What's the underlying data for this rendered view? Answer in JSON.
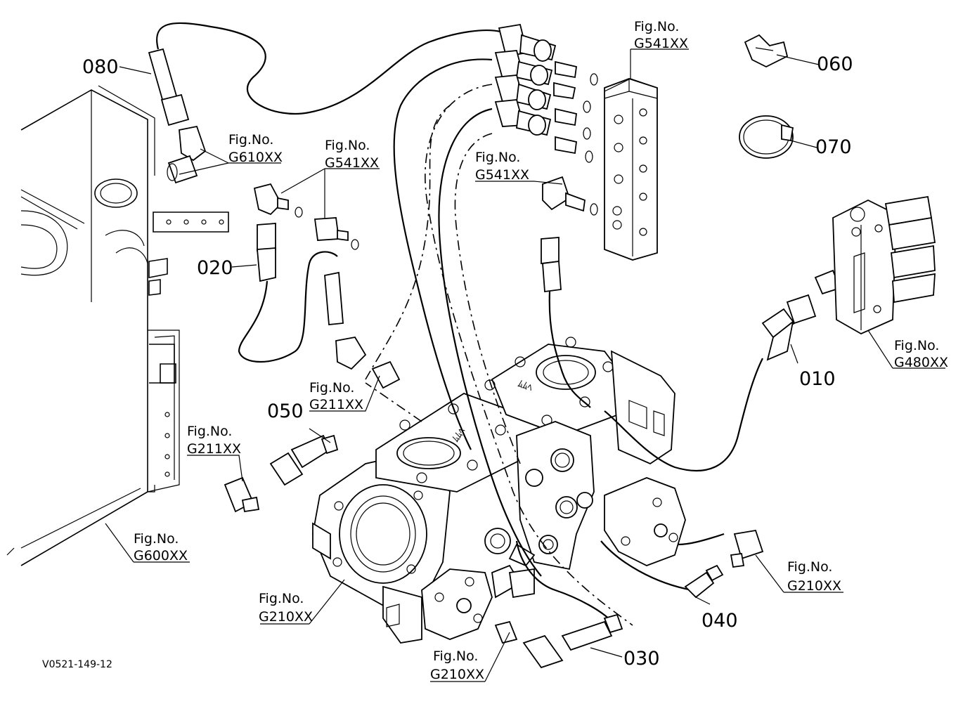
{
  "parts": {
    "p010": "010",
    "p020": "020",
    "p030": "030",
    "p040": "040",
    "p050": "050",
    "p060": "060",
    "p070": "070",
    "p080": "080"
  },
  "fig_refs": {
    "label": "Fig.No.",
    "g541_top": "G541XX",
    "g610": "G610XX",
    "g541_left": "G541XX",
    "g541_mid": "G541XX",
    "g480": "G480XX",
    "g211_center": "G211XX",
    "g211_left": "G211XX",
    "g600": "G600XX",
    "g210_right": "G210XX",
    "g210_left": "G210XX",
    "g210_bottom": "G210XX"
  },
  "drawing_code": "V0521-149-12"
}
